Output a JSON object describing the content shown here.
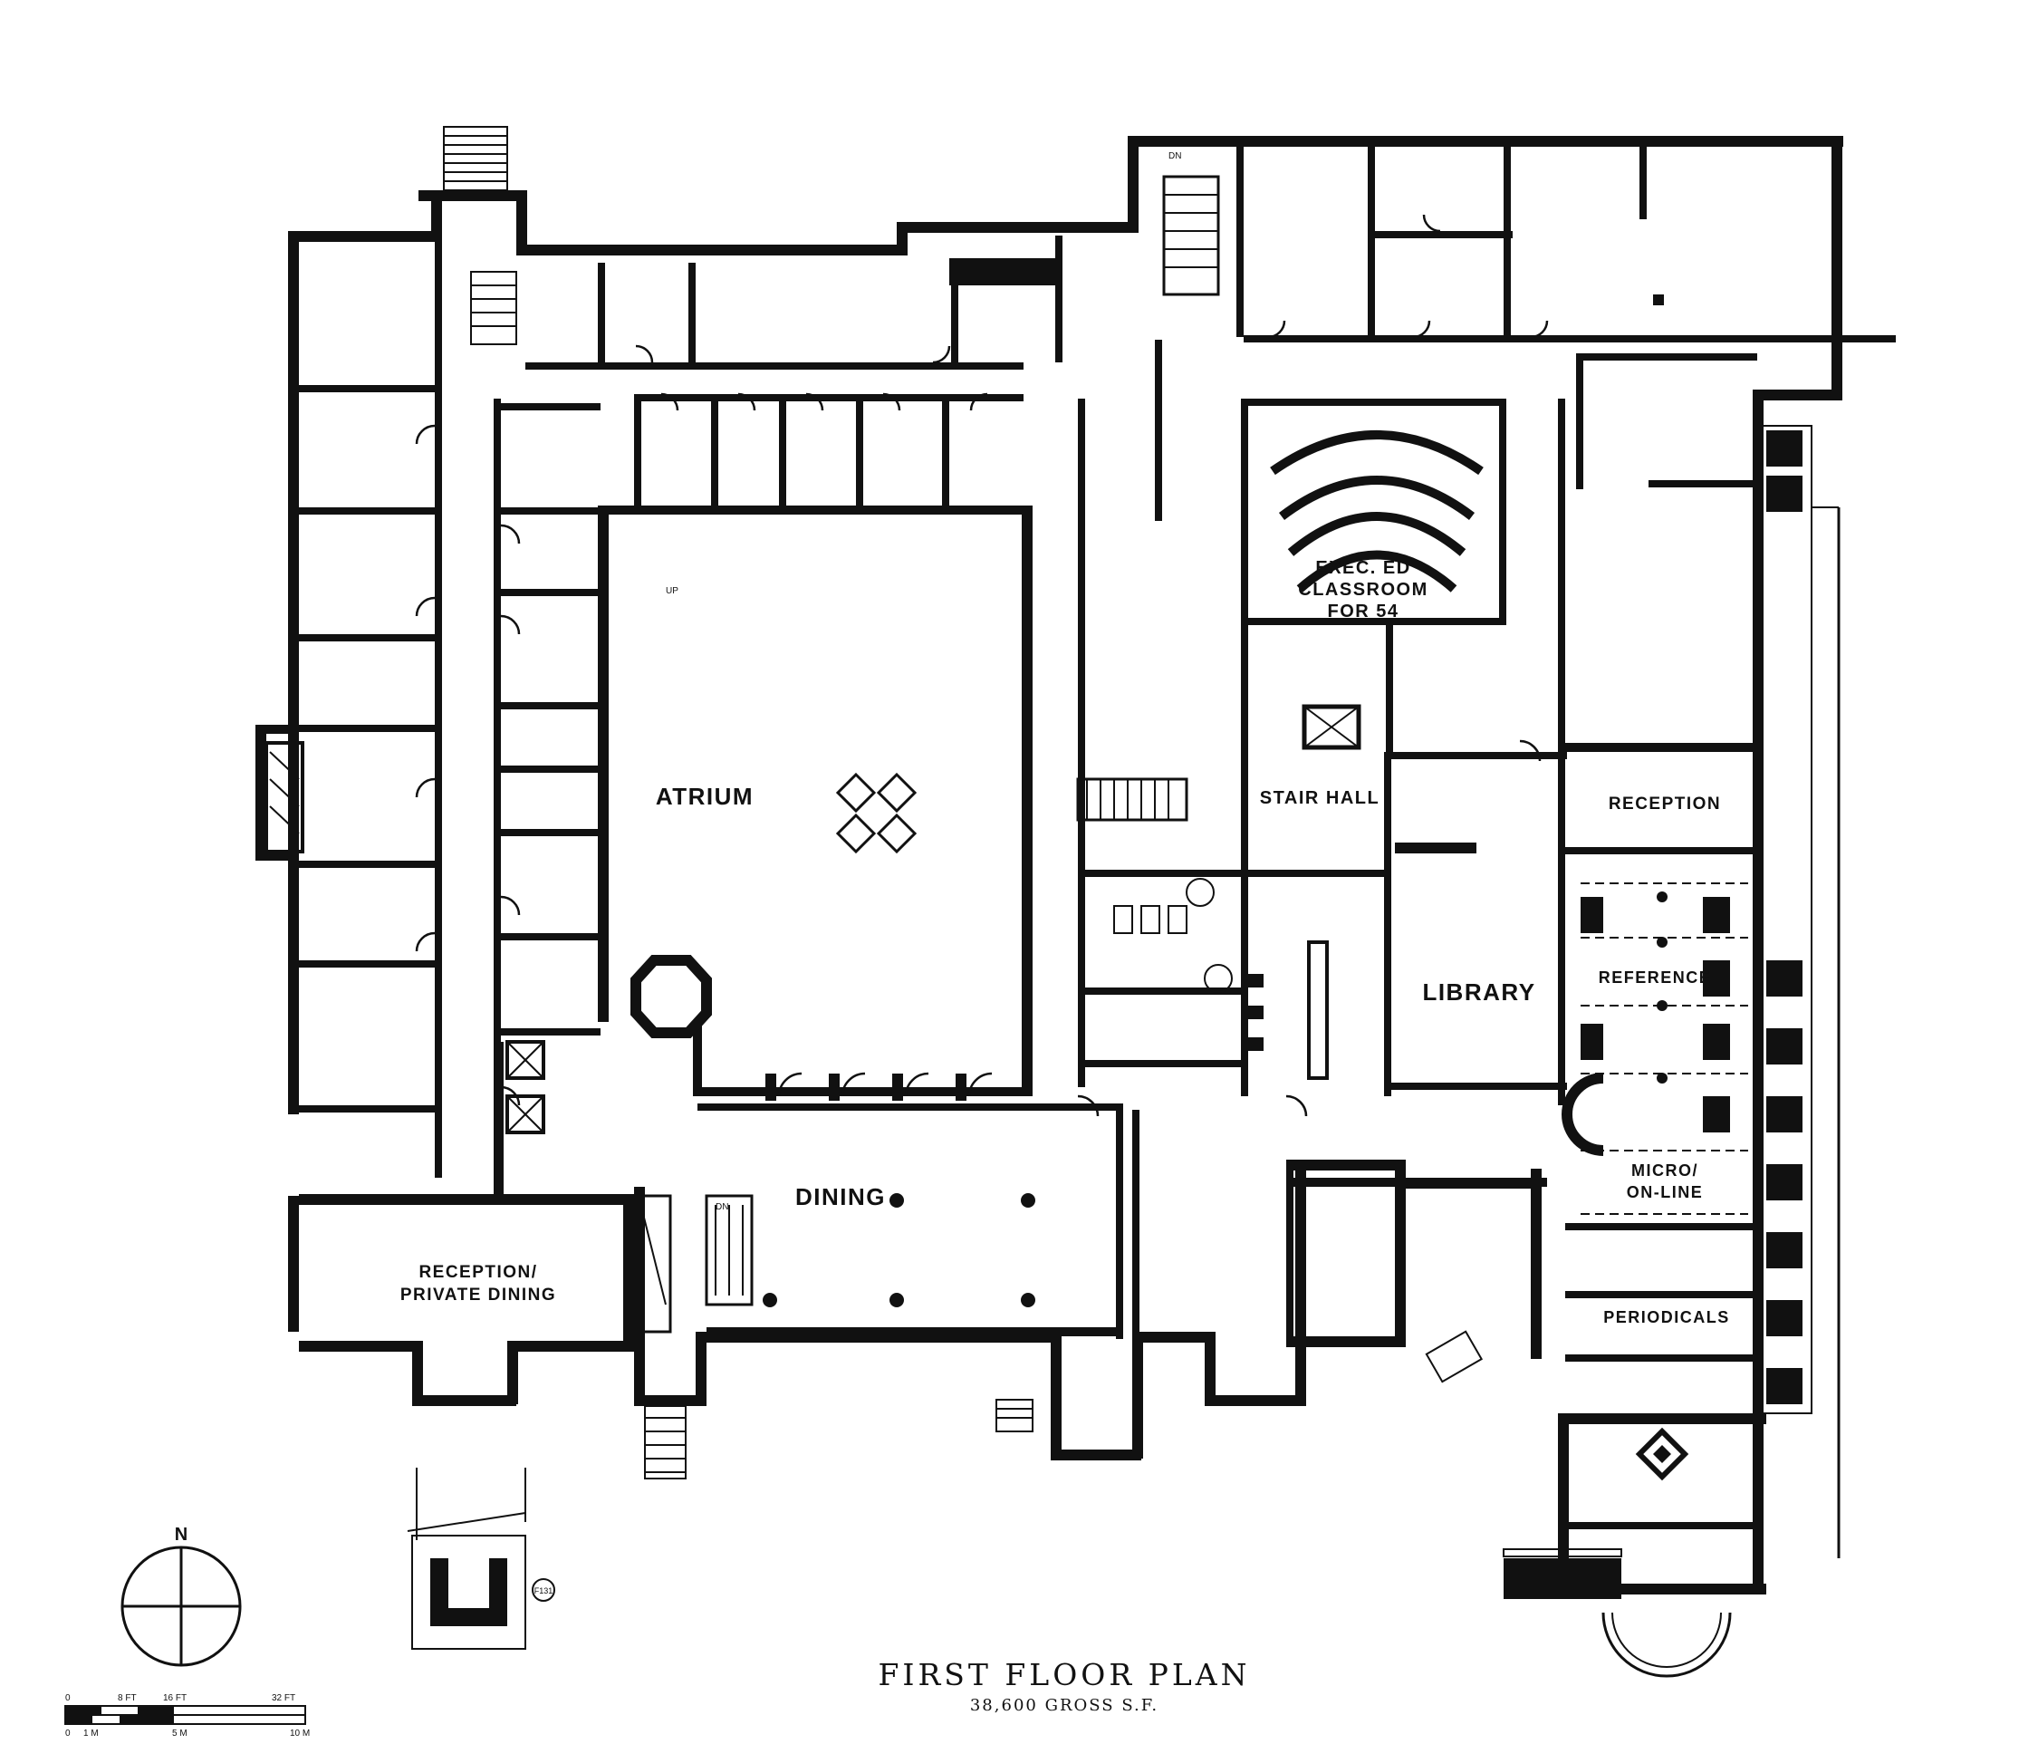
{
  "plan": {
    "title": "FIRST FLOOR PLAN",
    "subtitle": "38,600 GROSS S.F.",
    "rooms": [
      {
        "id": "atrium",
        "label": "ATRIUM"
      },
      {
        "id": "dining",
        "label": "DINING"
      },
      {
        "id": "reception-private-1",
        "label": "RECEPTION/"
      },
      {
        "id": "reception-private-2",
        "label": "PRIVATE DINING"
      },
      {
        "id": "exec-1",
        "label": "EXEC. ED"
      },
      {
        "id": "exec-2",
        "label": "CLASSROOM"
      },
      {
        "id": "exec-3",
        "label": "FOR 54"
      },
      {
        "id": "stair-hall",
        "label": "STAIR HALL"
      },
      {
        "id": "library",
        "label": "LIBRARY"
      },
      {
        "id": "reception",
        "label": "RECEPTION"
      },
      {
        "id": "reference",
        "label": "REFERENCE"
      },
      {
        "id": "micro-1",
        "label": "MICRO/"
      },
      {
        "id": "micro-2",
        "label": "ON-LINE"
      },
      {
        "id": "periodicals",
        "label": "PERIODICALS"
      }
    ],
    "north_label": "N",
    "scale_ft": [
      "0",
      "8 FT",
      "16 FT",
      "32 FT"
    ],
    "scale_m": [
      "0",
      "1 M",
      "5 M",
      "10 M"
    ],
    "dn_label": "DN",
    "up_label": "UP",
    "site_tag": "F131"
  }
}
